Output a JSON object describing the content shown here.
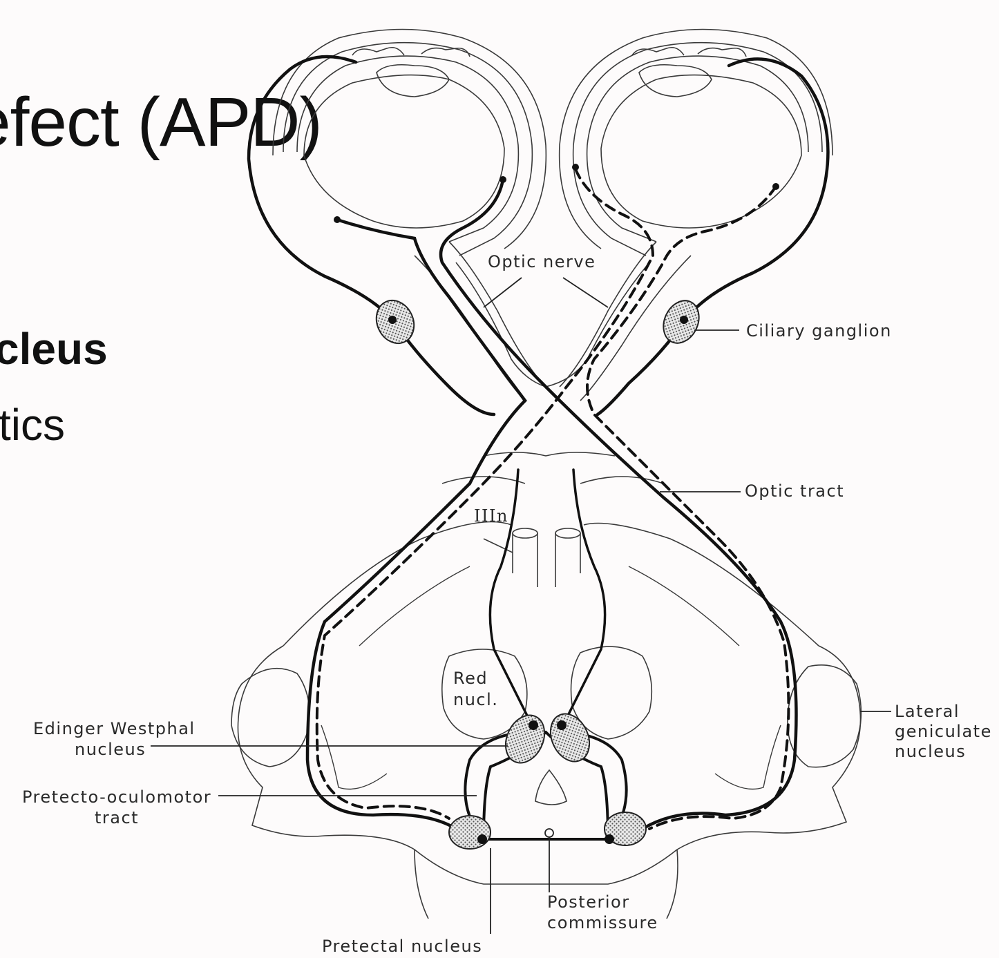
{
  "slide": {
    "title": "efect (APD)",
    "bullet_bold": "cleus",
    "bullet_2": "tics"
  },
  "diagram": {
    "labels": {
      "optic_nerve": "Optic nerve",
      "ciliary_ganglion": "Ciliary ganglion",
      "optic_tract": "Optic tract",
      "third_nerve": "IIIn",
      "red_nucleus_line1": "Red",
      "red_nucleus_line2": "nucl.",
      "edinger_line1": "Edinger Westphal",
      "edinger_line2": "nucleus",
      "pretecto_line1": "Pretecto-oculomotor",
      "pretecto_line2": "tract",
      "lateral_line1": "Lateral",
      "lateral_line2": "geniculate",
      "lateral_line3": "nucleus",
      "posterior_line1": "Posterior",
      "posterior_line2": "commissure",
      "pretectal_nucleus": "Pretectal nucleus"
    },
    "colors": {
      "ink": "#111111",
      "outline": "#3a3a3a",
      "background": "#fdfbfb"
    }
  }
}
